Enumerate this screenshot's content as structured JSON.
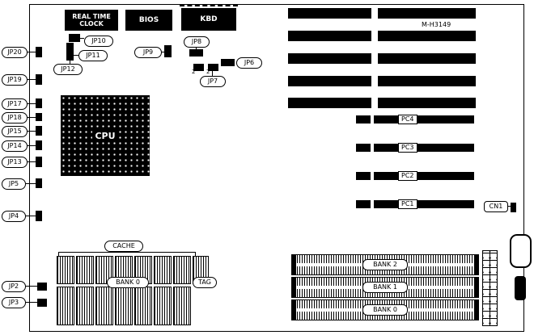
{
  "board": {
    "part_number": "M-H3149"
  },
  "chips": {
    "rtc": "REAL TIME CLOCK",
    "bios": "BIOS",
    "kbd": "KBD",
    "cpu": "CPU"
  },
  "left_jumpers": [
    {
      "label": "JP20"
    },
    {
      "label": "JP19"
    },
    {
      "label": "JP17"
    },
    {
      "label": "JP18"
    },
    {
      "label": "JP15"
    },
    {
      "label": "JP14"
    },
    {
      "label": "JP13"
    },
    {
      "label": "JP5"
    },
    {
      "label": "JP4"
    },
    {
      "label": "JP2"
    },
    {
      "label": "JP3"
    }
  ],
  "top_jumpers": {
    "jp10": "JP10",
    "jp11": "JP11",
    "jp12": "JP12",
    "jp9": "JP9",
    "jp8": "JP8",
    "jp6": "JP6",
    "jp7": "JP7"
  },
  "pin_markers": {
    "jp7_a": "2",
    "jp7_b": "2"
  },
  "pc_slots": [
    {
      "label": "PC4"
    },
    {
      "label": "PC3"
    },
    {
      "label": "PC2"
    },
    {
      "label": "PC1"
    }
  ],
  "connectors": {
    "cn1": "CN1"
  },
  "cache": {
    "label": "CACHE",
    "bank_label": "BANK 0",
    "tag_label": "TAG"
  },
  "memory_banks": [
    {
      "label": "BANK 2"
    },
    {
      "label": "BANK 1"
    },
    {
      "label": "BANK 0"
    }
  ],
  "colors": {
    "component": "#000000",
    "board": "#ffffff"
  }
}
